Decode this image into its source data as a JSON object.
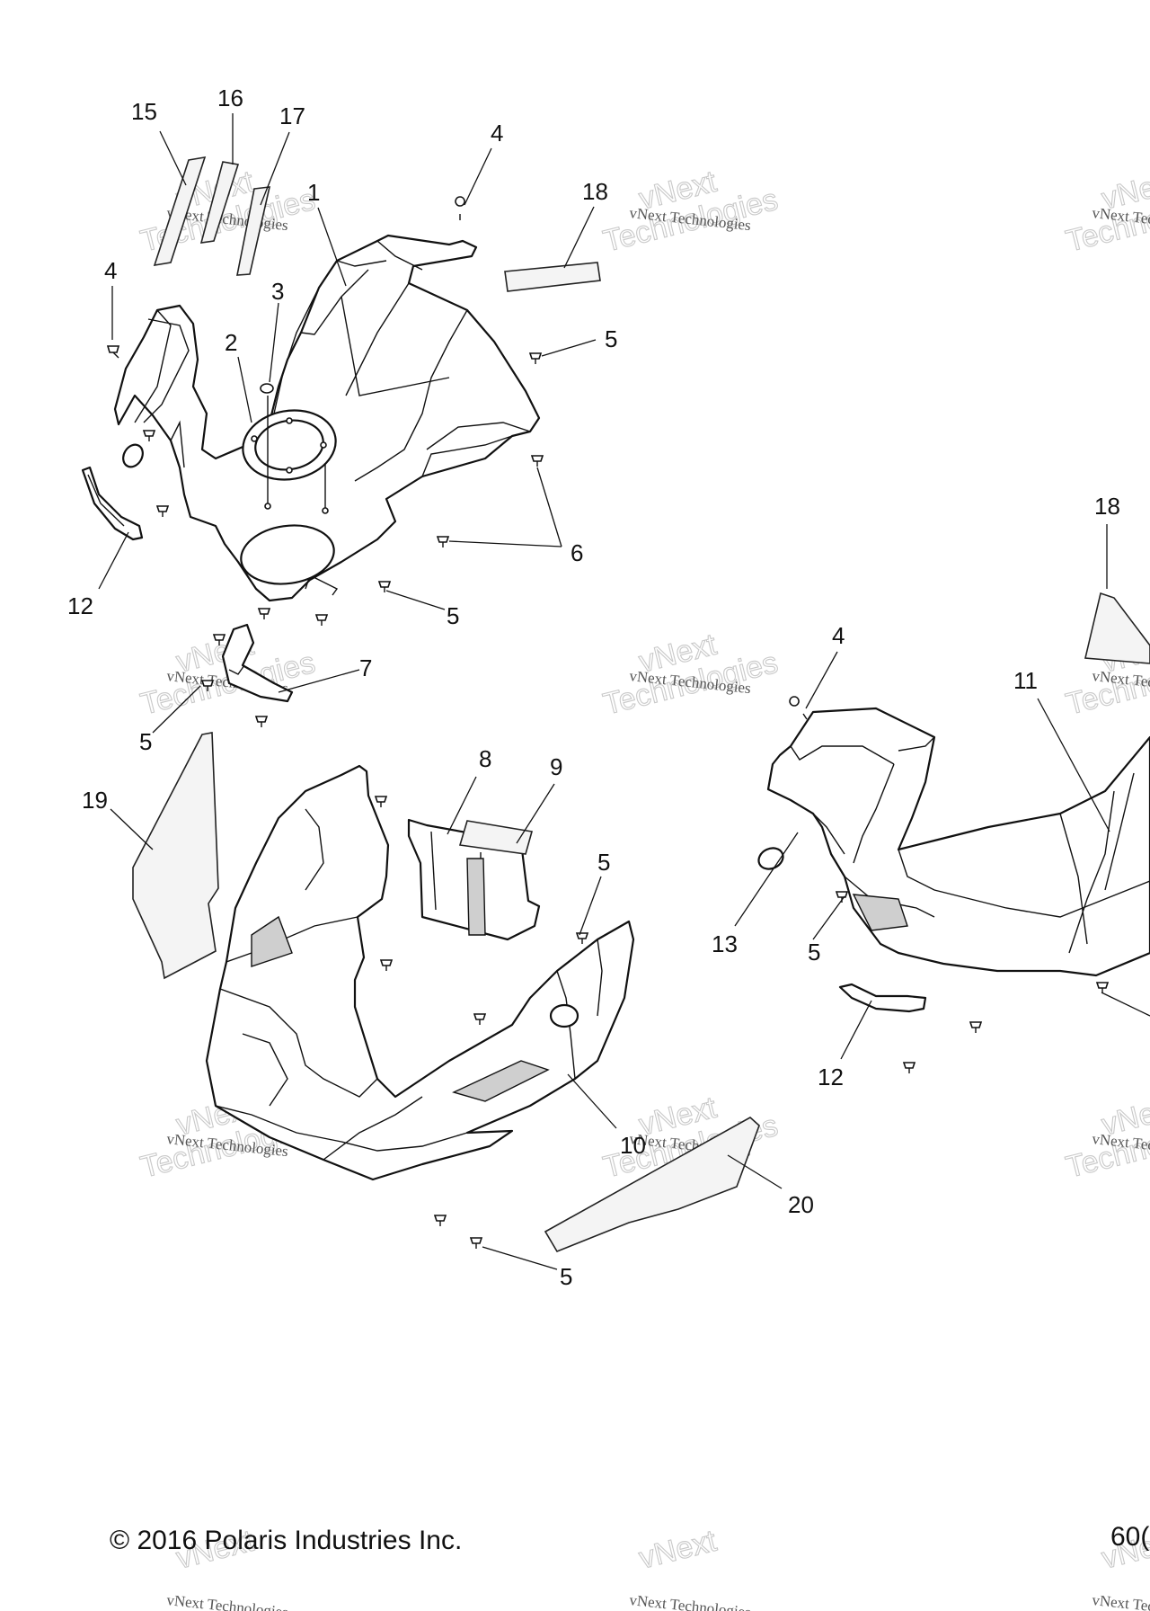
{
  "diagram": {
    "callouts": {
      "c1": "1",
      "c2": "2",
      "c3": "3",
      "c4a": "4",
      "c4b": "4",
      "c4c": "4",
      "c5a": "5",
      "c5b": "5",
      "c5c": "5",
      "c5d": "5",
      "c5e": "5",
      "c5f": "5",
      "c6": "6",
      "c7": "7",
      "c8": "8",
      "c9": "9",
      "c10": "10",
      "c11": "11",
      "c12a": "12",
      "c12b": "12",
      "c13": "13",
      "c15": "15",
      "c16": "16",
      "c17": "17",
      "c18a": "18",
      "c18b": "18",
      "c19": "19",
      "c20": "20"
    },
    "watermark": {
      "small": "vNext Technologies",
      "big": "Technologies",
      "top": "vNext"
    }
  },
  "footer": {
    "copyright": "© 2016 Polaris Industries Inc.",
    "page_number": "60("
  }
}
